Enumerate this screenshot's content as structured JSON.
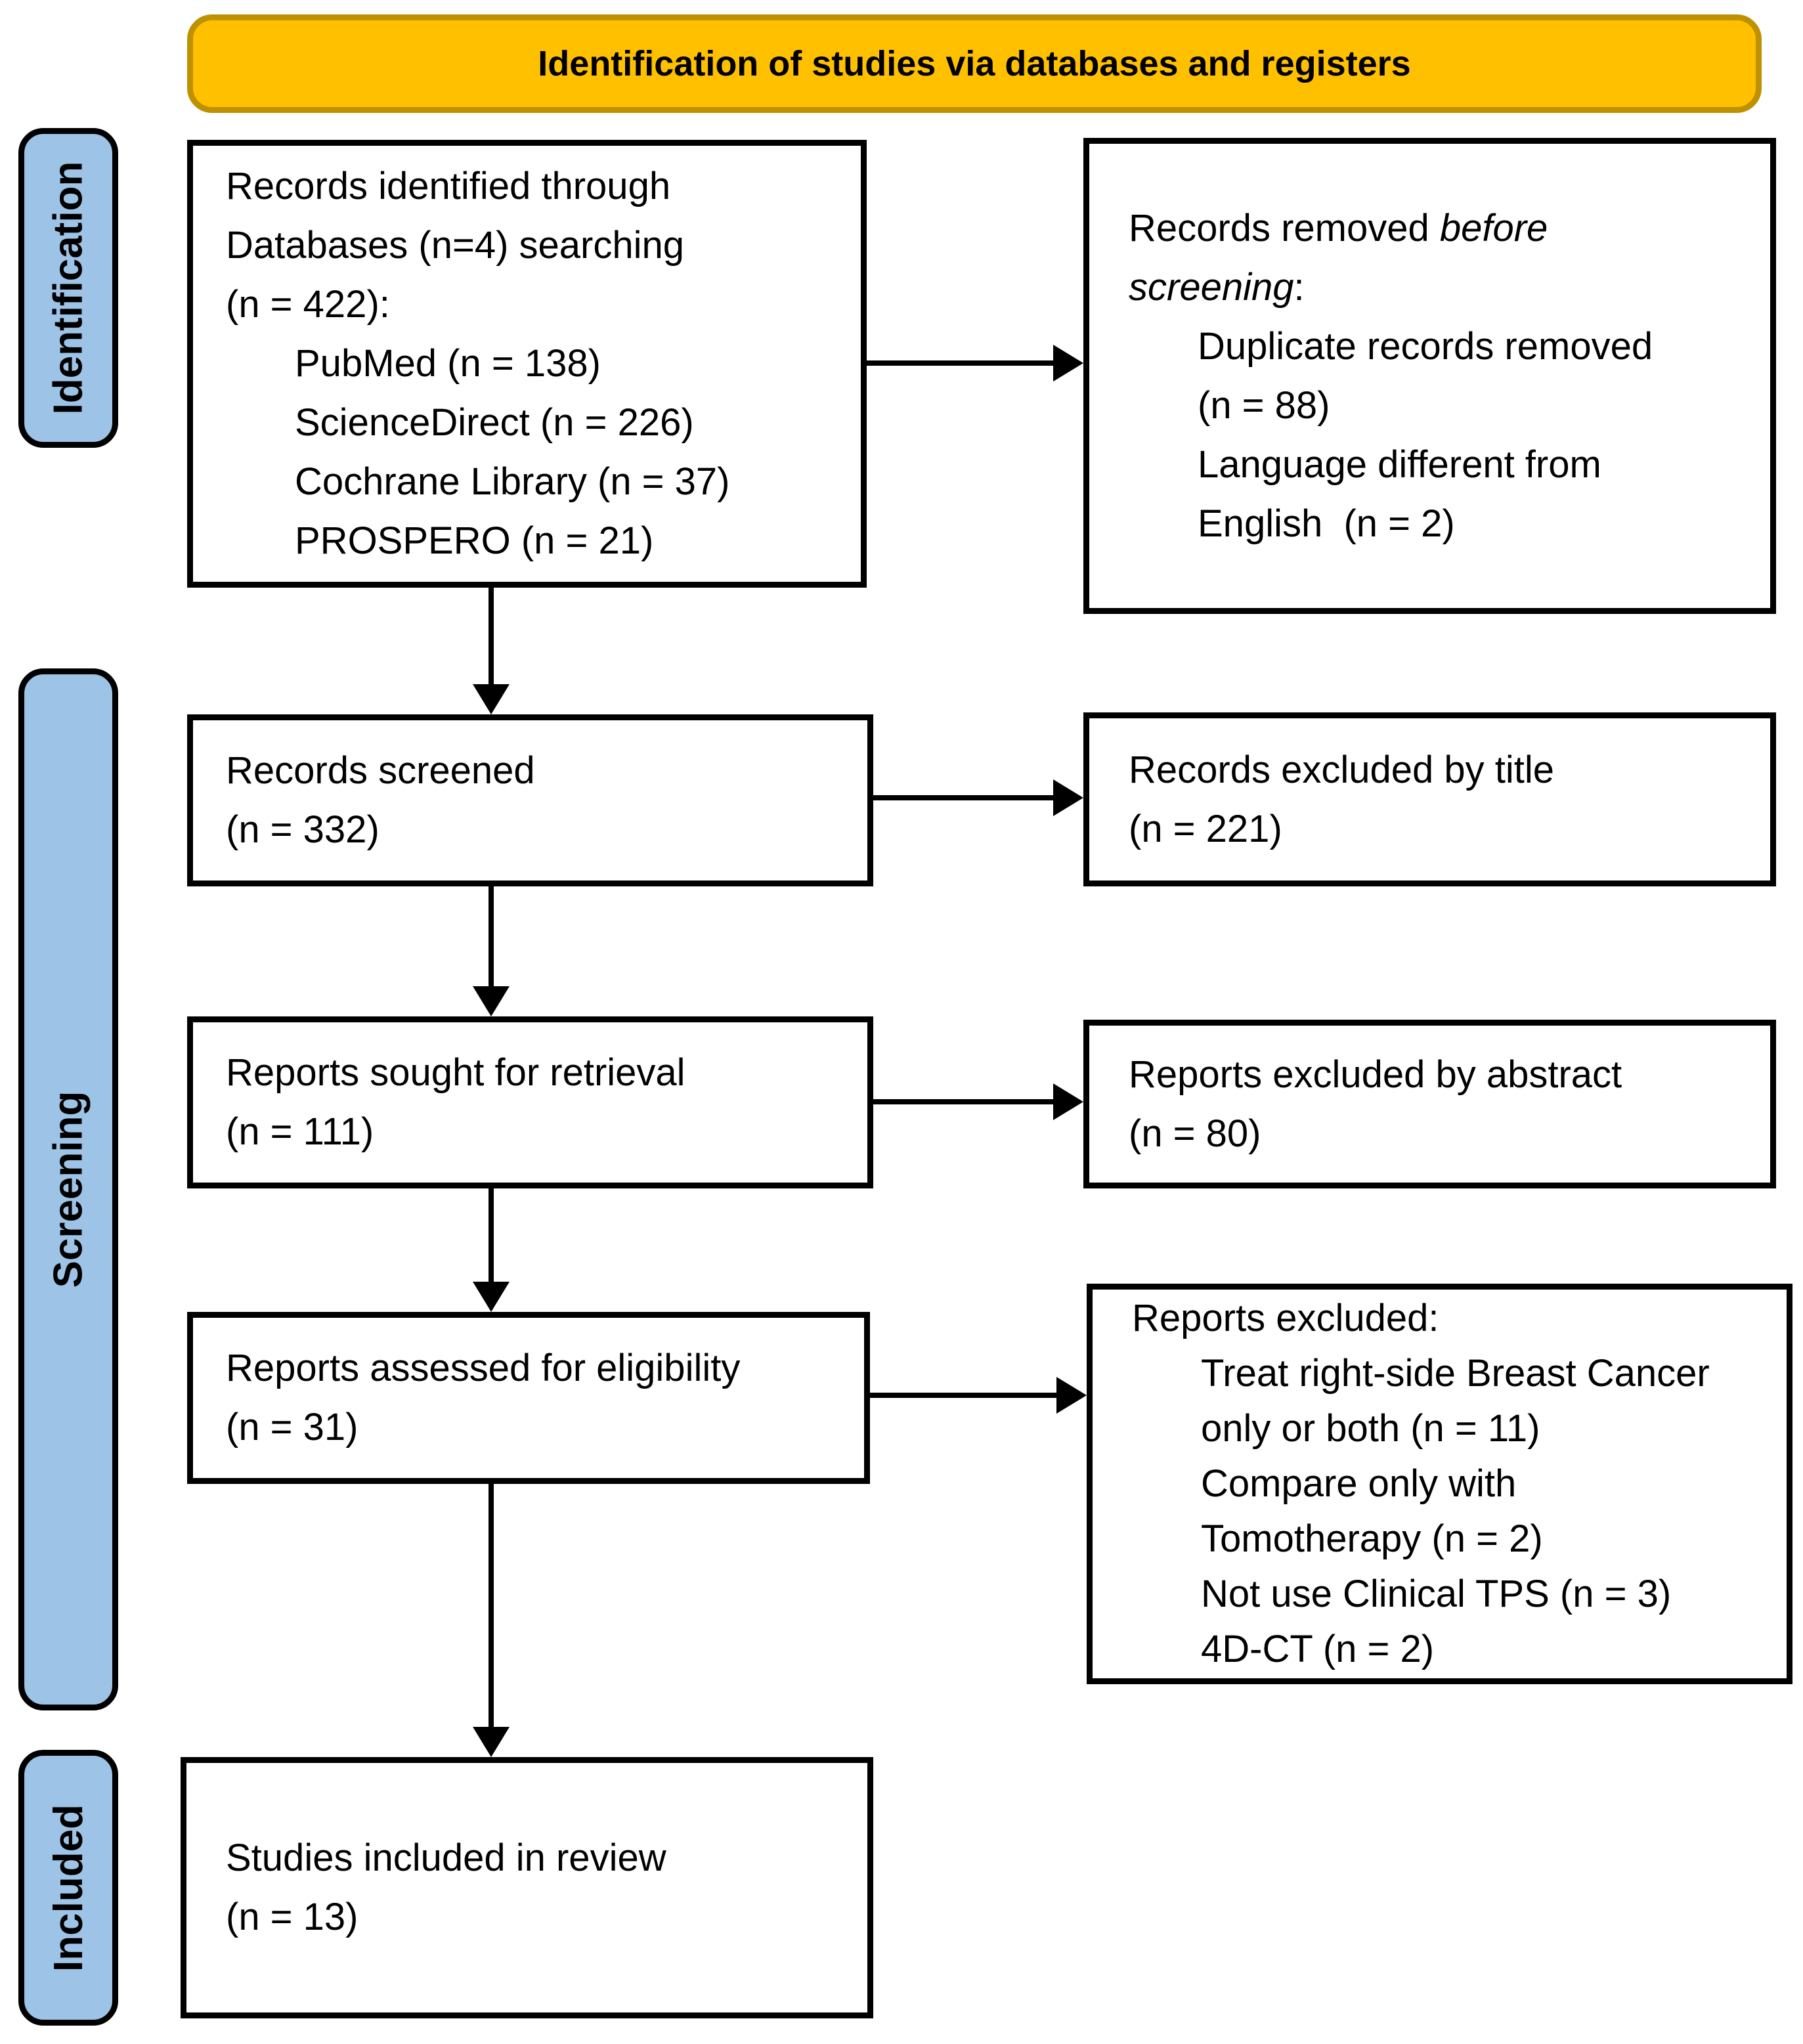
{
  "banner": {
    "title": "Identification of studies via databases and registers"
  },
  "stages": [
    {
      "label": "Identification"
    },
    {
      "label": "Screening"
    },
    {
      "label": "Included"
    }
  ],
  "boxes": {
    "records_identified": {
      "lines": [
        "Records identified through",
        "Databases (n=4) searching",
        "(n = 422):"
      ],
      "source_lines": [
        "PubMed (n = 138)",
        "ScienceDirect (n = 226)",
        "Cochrane Library (n = 37)",
        "PROSPERO (n = 21)"
      ]
    },
    "records_removed": {
      "heading_lines": [
        {
          "normal": "Records removed ",
          "italic": "before"
        },
        {
          "italic": "screening",
          "normal": ":"
        }
      ],
      "reason_lines": [
        "Duplicate records removed",
        "(n = 88)",
        "Language different from",
        "English  (n = 2)"
      ]
    },
    "records_screened": {
      "title": "Records screened",
      "count": "(n = 332)"
    },
    "records_excluded_by_title": {
      "title": "Records excluded by title",
      "count": "(n = 221)"
    },
    "reports_sought": {
      "title": "Reports sought for retrieval",
      "count": "(n = 111)"
    },
    "reports_excluded_by_abstract": {
      "title": "Reports excluded by abstract",
      "count": "(n = 80)"
    },
    "reports_assessed": {
      "title": "Reports assessed for eligibility",
      "count": "(n = 31)"
    },
    "reports_excluded": {
      "heading": "Reports excluded:",
      "reason_lines": [
        "Treat right-side Breast Cancer",
        "only or both (n = 11)",
        "Compare only with",
        "Tomotherapy (n = 2)",
        "Not use Clinical TPS (n = 3)",
        "4D-CT (n = 2)"
      ]
    },
    "studies_included": {
      "title": "Studies included in review",
      "count": "(n = 13)"
    }
  },
  "colors": {
    "banner_fill": "#FFC000",
    "banner_border": "#BF9000",
    "stage_fill": "#9DC3E6",
    "box_border": "#000000",
    "text": "#000000"
  }
}
